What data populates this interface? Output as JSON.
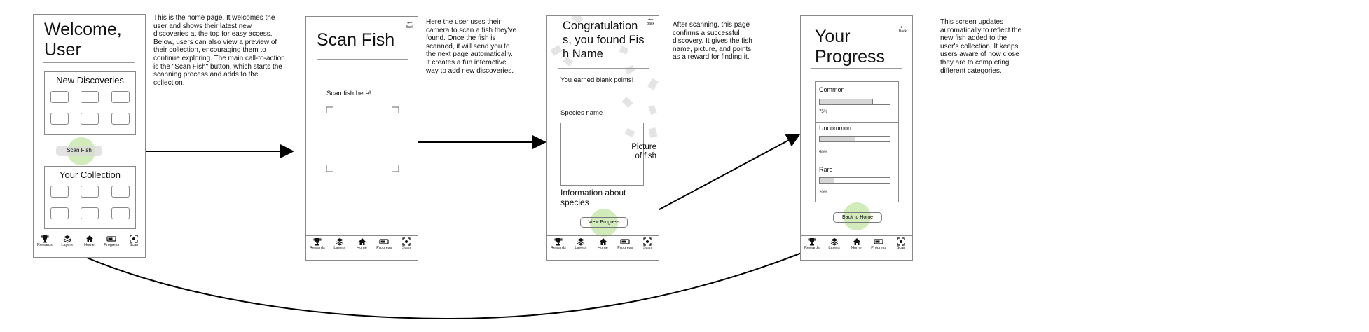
{
  "screens": {
    "home": {
      "title": "Welcome, User",
      "new_discoveries": "New Discoveries",
      "scan_button": "Scan Fish",
      "your_collection": "Your Collection"
    },
    "scan": {
      "back": "Back",
      "title": "Scan Fish",
      "prompt": "Scan fish here!"
    },
    "congrats": {
      "back": "Back",
      "title": "Congratulations, you found Fish Name",
      "points": "You earned blank points!",
      "species_name": "Species name",
      "picture": "Picture of fish",
      "info": "Information about species",
      "view_progress_button": "View Progress"
    },
    "progress": {
      "back": "Back",
      "title": "Your Progress",
      "categories": [
        {
          "name": "Common",
          "pct_label": "75%",
          "value": 0.75
        },
        {
          "name": "Uncommon",
          "pct_label": "50%",
          "value": 0.5
        },
        {
          "name": "Rare",
          "pct_label": "20%",
          "value": 0.2
        }
      ],
      "back_home_button": "Back to Home"
    }
  },
  "nav": {
    "items": [
      {
        "label": "Rewards",
        "icon": "trophy-icon"
      },
      {
        "label": "Layers",
        "icon": "layers-icon"
      },
      {
        "label": "Home",
        "icon": "home-icon"
      },
      {
        "label": "Progress",
        "icon": "progress-icon"
      },
      {
        "label": "Scan",
        "icon": "scan-icon"
      }
    ]
  },
  "annotations": {
    "home": "This is the home page. It welcomes the user and shows their latest new discoveries at the top for easy access. Below, users can also view a preview of their collection, encouraging them to continue exploring. The main call-to-action is the \"Scan Fish\" button, which starts the scanning process and adds to the collection.",
    "scan": "Here the user uses their camera to scan a fish they've found. Once the fish is scanned, it will send you to the next page automatically. It creates a fun interactive way to add new discoveries.",
    "congrats": "After scanning, this page confirms a successful discovery. It gives the fish name, picture, and points as a reward for finding it.",
    "progress": "This screen updates automatically to reflect the new fish added to the user's collection. It keeps users aware of how close they are to completing different categories."
  },
  "colors": {
    "highlight": "#b2de8c",
    "button_fill": "#d9d9d9",
    "border": "#8a8a8a"
  }
}
